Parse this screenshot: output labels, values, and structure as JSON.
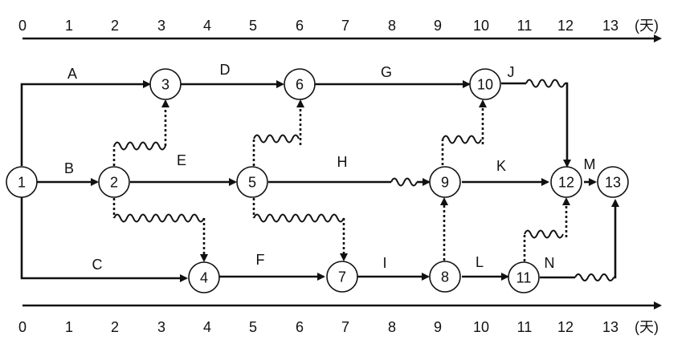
{
  "axes": {
    "tick_labels": [
      "0",
      "1",
      "2",
      "3",
      "4",
      "5",
      "6",
      "7",
      "8",
      "9",
      "10",
      "11",
      "12",
      "13"
    ],
    "unit_label": "(天)"
  },
  "nodes": [
    {
      "id": "1",
      "label": "1"
    },
    {
      "id": "2",
      "label": "2"
    },
    {
      "id": "3",
      "label": "3"
    },
    {
      "id": "4",
      "label": "4"
    },
    {
      "id": "5",
      "label": "5"
    },
    {
      "id": "6",
      "label": "6"
    },
    {
      "id": "7",
      "label": "7"
    },
    {
      "id": "8",
      "label": "8"
    },
    {
      "id": "9",
      "label": "9"
    },
    {
      "id": "10",
      "label": "10"
    },
    {
      "id": "11",
      "label": "11"
    },
    {
      "id": "12",
      "label": "12"
    },
    {
      "id": "13",
      "label": "13"
    }
  ],
  "activities": [
    {
      "label": "A",
      "from": "1",
      "to": "3"
    },
    {
      "label": "B",
      "from": "1",
      "to": "2"
    },
    {
      "label": "C",
      "from": "1",
      "to": "4"
    },
    {
      "label": "D",
      "from": "3",
      "to": "6"
    },
    {
      "label": "E",
      "from": "2",
      "to": "5"
    },
    {
      "label": "F",
      "from": "4",
      "to": "7"
    },
    {
      "label": "G",
      "from": "6",
      "to": "10"
    },
    {
      "label": "H",
      "from": "5",
      "to": "9"
    },
    {
      "label": "I",
      "from": "7",
      "to": "8"
    },
    {
      "label": "J",
      "from": "10",
      "to": "12"
    },
    {
      "label": "K",
      "from": "9",
      "to": "12"
    },
    {
      "label": "L",
      "from": "8",
      "to": "11"
    },
    {
      "label": "M",
      "from": "12",
      "to": "13"
    },
    {
      "label": "N",
      "from": "11",
      "to": "13"
    }
  ],
  "dummy_activities": [
    {
      "from": "2",
      "to": "3"
    },
    {
      "from": "2",
      "to": "4"
    },
    {
      "from": "5",
      "to": "6"
    },
    {
      "from": "5",
      "to": "7"
    },
    {
      "from": "9",
      "to": "10"
    },
    {
      "from": "8",
      "to": "9"
    },
    {
      "from": "11",
      "to": "12"
    }
  ]
}
